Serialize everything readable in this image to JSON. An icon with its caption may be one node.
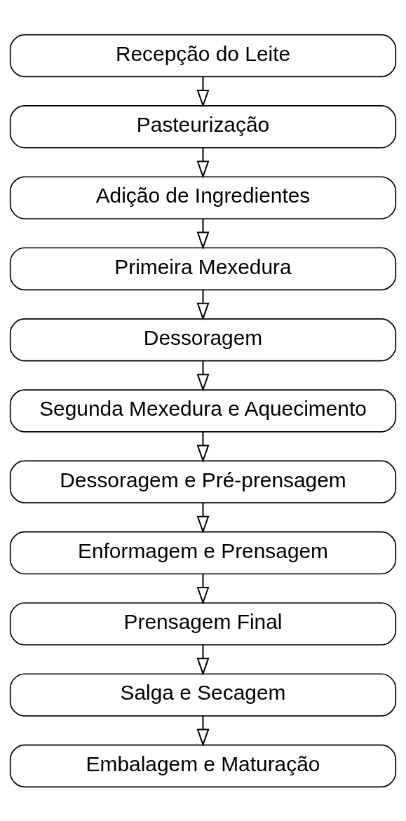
{
  "diagram": {
    "nodes": [
      {
        "text": [
          "Recepção do Leite"
        ]
      },
      {
        "text": [
          "Pasteurização"
        ]
      },
      {
        "text": [
          "Adição de Ingredientes"
        ]
      },
      {
        "text": [
          "Primeira Mexedura"
        ]
      },
      {
        "text": [
          "Dessoragem"
        ]
      },
      {
        "text": [
          "Segunda Mexedura e Aquecimento"
        ]
      },
      {
        "text": [
          "Dessoragem e Pré-prensagem"
        ]
      },
      {
        "text": [
          "Enformagem e Prensagem"
        ]
      },
      {
        "text": [
          "Prensagem Final"
        ]
      },
      {
        "text": [
          "Salga e Secagem"
        ]
      },
      {
        "text": [
          "Embalagem e Maturação"
        ]
      }
    ],
    "edges": [
      {
        "from": 0,
        "to": 1,
        "arrow": "to"
      },
      {
        "from": 1,
        "to": 2,
        "arrow": "to"
      },
      {
        "from": 2,
        "to": 3,
        "arrow": "to"
      },
      {
        "from": 3,
        "to": 4,
        "arrow": "to"
      },
      {
        "from": 4,
        "to": 5,
        "arrow": "to"
      },
      {
        "from": 5,
        "to": 6,
        "arrow": "to"
      },
      {
        "from": 6,
        "to": 7,
        "arrow": "to"
      },
      {
        "from": 7,
        "to": 8,
        "arrow": "to"
      },
      {
        "from": 8,
        "to": 9,
        "arrow": "to"
      },
      {
        "from": 9,
        "to": 10,
        "arrow": "to"
      }
    ]
  }
}
